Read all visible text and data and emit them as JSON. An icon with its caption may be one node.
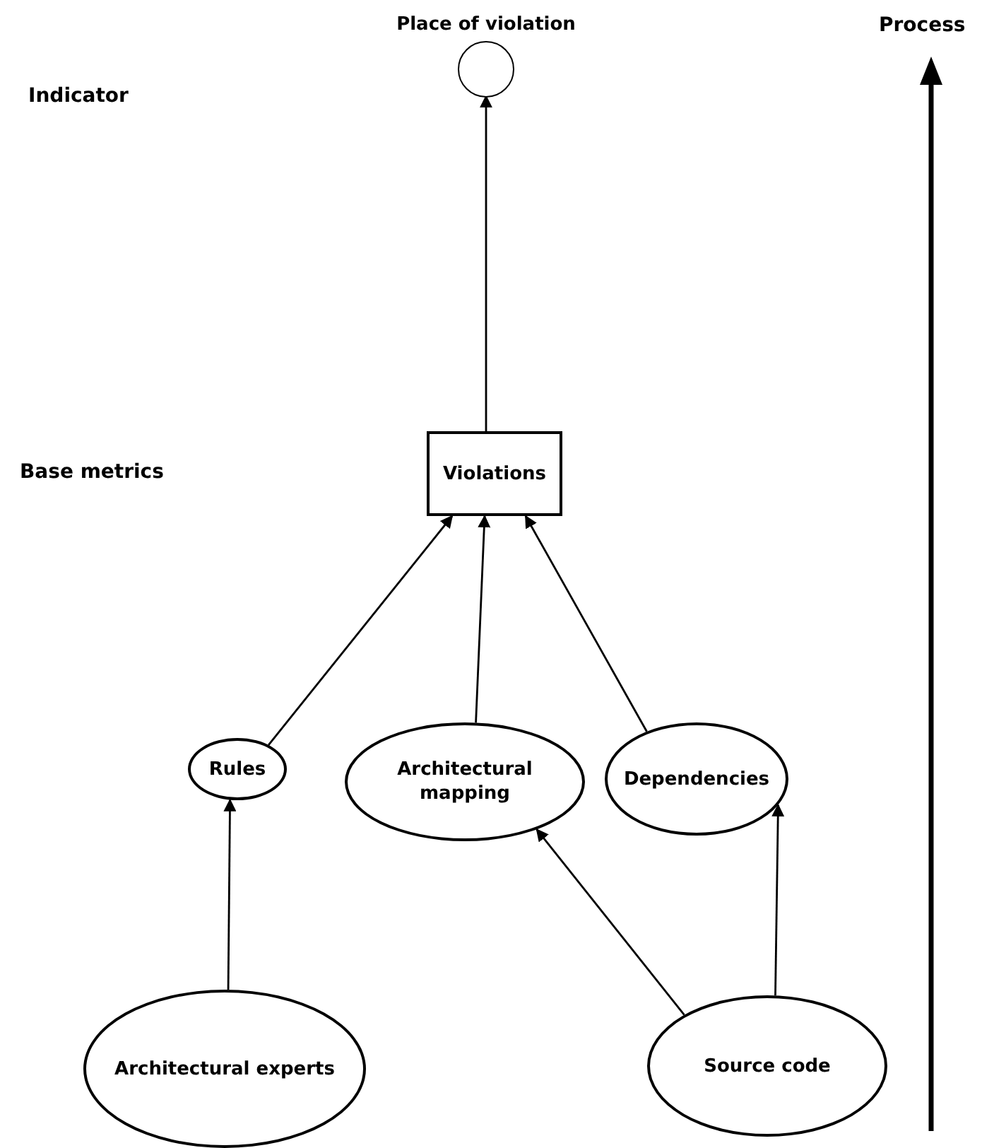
{
  "diagram": {
    "nodes": [
      {
        "text": [
          "Place of violation"
        ]
      },
      {
        "text": [
          "Violations"
        ]
      },
      {
        "text": [
          "Rules"
        ]
      },
      {
        "text": [
          "Architectural mapping"
        ]
      },
      {
        "text": [
          "Dependencies"
        ]
      },
      {
        "text": [
          "Architectural experts"
        ]
      },
      {
        "text": [
          "Source code"
        ]
      }
    ],
    "edges": [
      {
        "from": 1,
        "to": 0,
        "arrow": "to"
      },
      {
        "from": 2,
        "to": 1,
        "arrow": "to"
      },
      {
        "from": 3,
        "to": 1,
        "arrow": "to"
      },
      {
        "from": 4,
        "to": 1,
        "arrow": "to"
      },
      {
        "from": 5,
        "to": 2,
        "arrow": "to"
      },
      {
        "from": 6,
        "to": 3,
        "arrow": "to"
      },
      {
        "from": 6,
        "to": 4,
        "arrow": "to"
      }
    ],
    "labels": [
      "Indicator",
      "Base metrics",
      "Process"
    ]
  }
}
